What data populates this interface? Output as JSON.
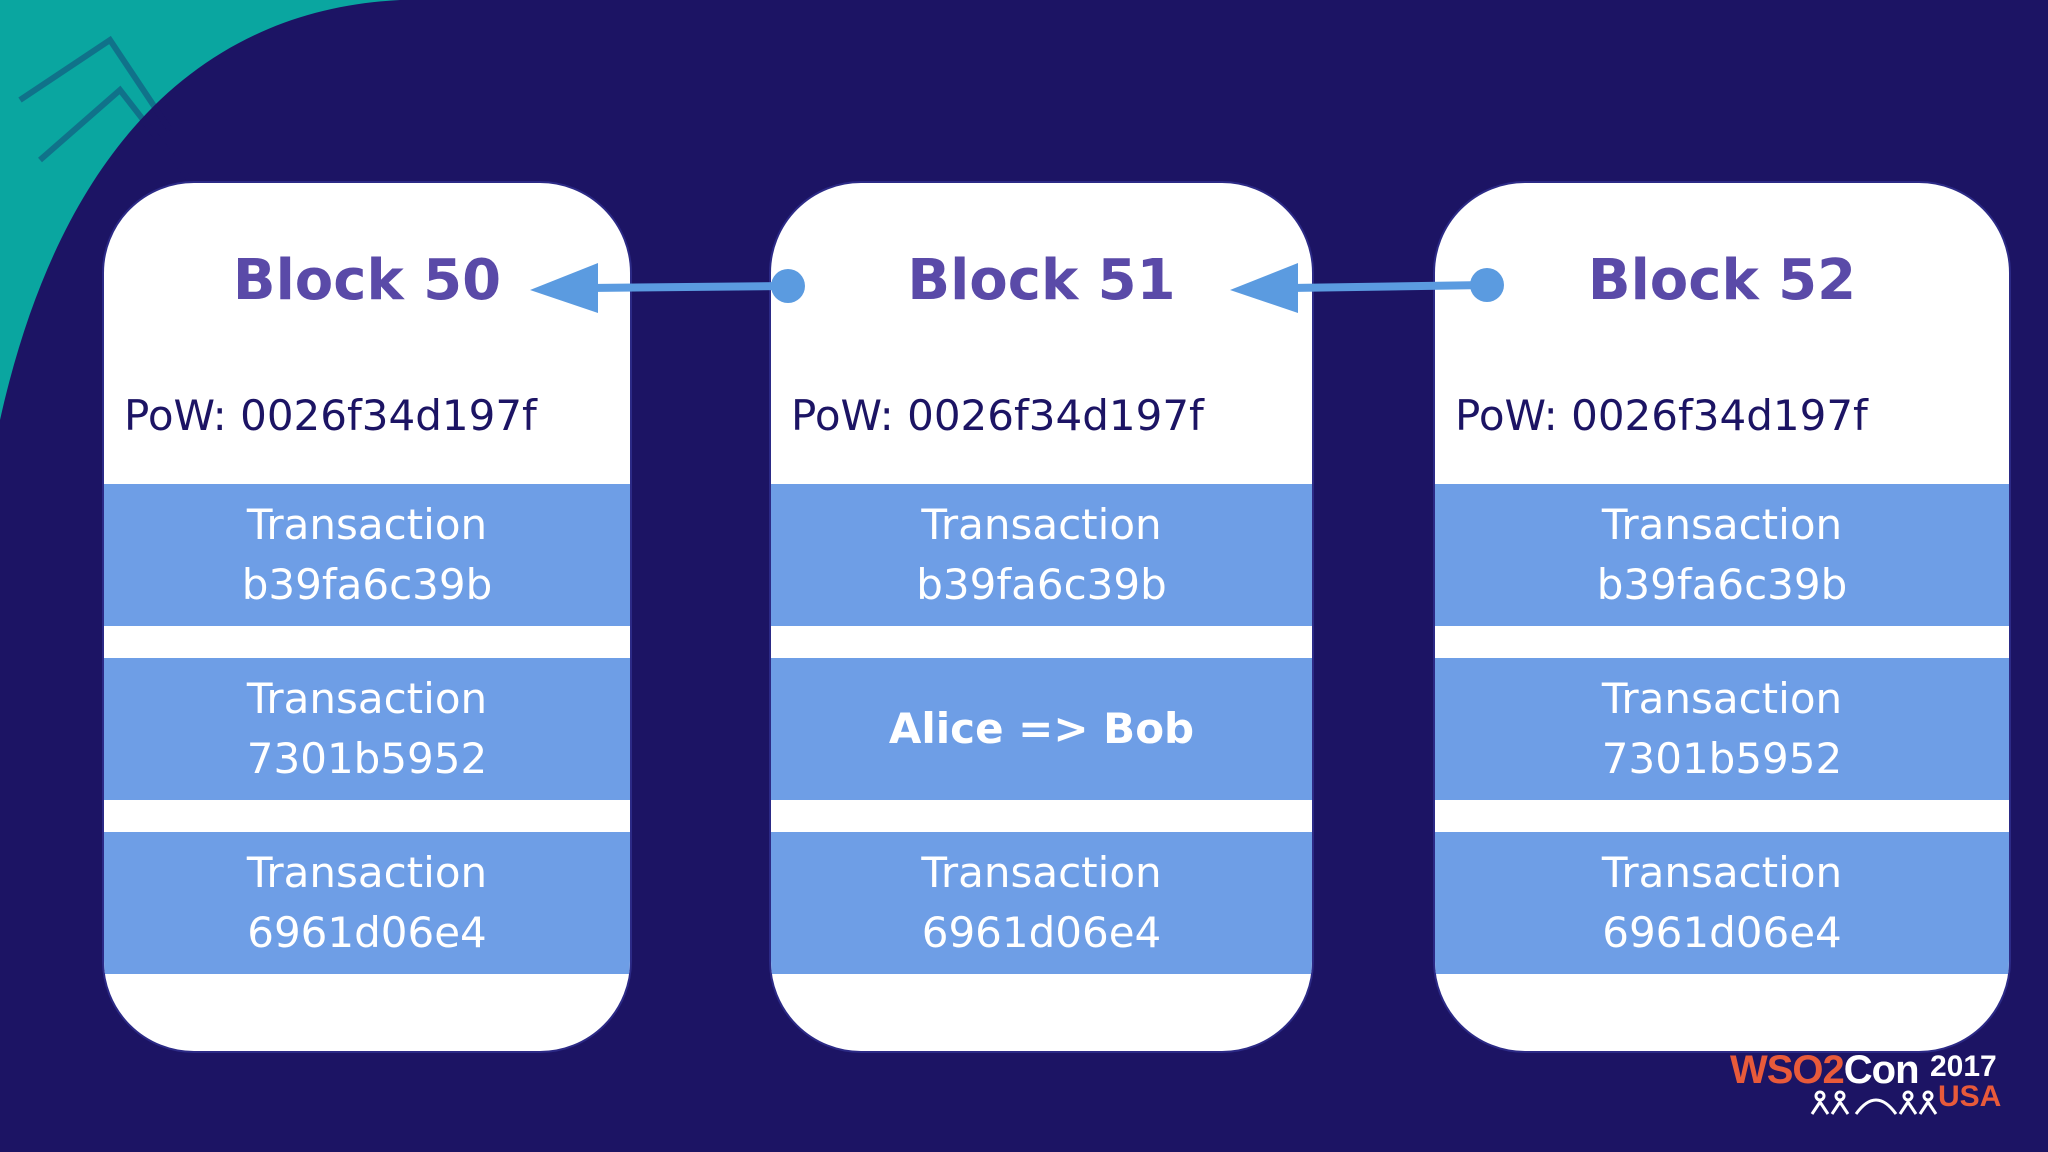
{
  "blocks": [
    {
      "title": "Block 50",
      "pow": "PoW: 0026f34d197f",
      "transactions": [
        {
          "line1": "Transaction",
          "line2": "b39fa6c39b"
        },
        {
          "line1": "Transaction",
          "line2": "7301b5952"
        },
        {
          "line1": "Transaction",
          "line2": "6961d06e4"
        }
      ]
    },
    {
      "title": "Block 51",
      "pow": "PoW: 0026f34d197f",
      "transactions": [
        {
          "line1": "Transaction",
          "line2": "b39fa6c39b"
        },
        {
          "line1": "Alice => Bob"
        },
        {
          "line1": "Transaction",
          "line2": "6961d06e4"
        }
      ]
    },
    {
      "title": "Block 52",
      "pow": "PoW: 0026f34d197f",
      "transactions": [
        {
          "line1": "Transaction",
          "line2": "b39fa6c39b"
        },
        {
          "line1": "Transaction",
          "line2": "7301b5952"
        },
        {
          "line1": "Transaction",
          "line2": "6961d06e4"
        }
      ]
    }
  ],
  "logo": {
    "brand": "WSO2",
    "suffix": "Con",
    "year": "2017",
    "location": "USA"
  },
  "colors": {
    "background": "#1c1464",
    "teal": "#0aa6a0",
    "transaction": "#6e9ee6",
    "title": "#5a4aa8",
    "arrow": "#5b9be0",
    "logo_accent": "#e85a3a"
  }
}
